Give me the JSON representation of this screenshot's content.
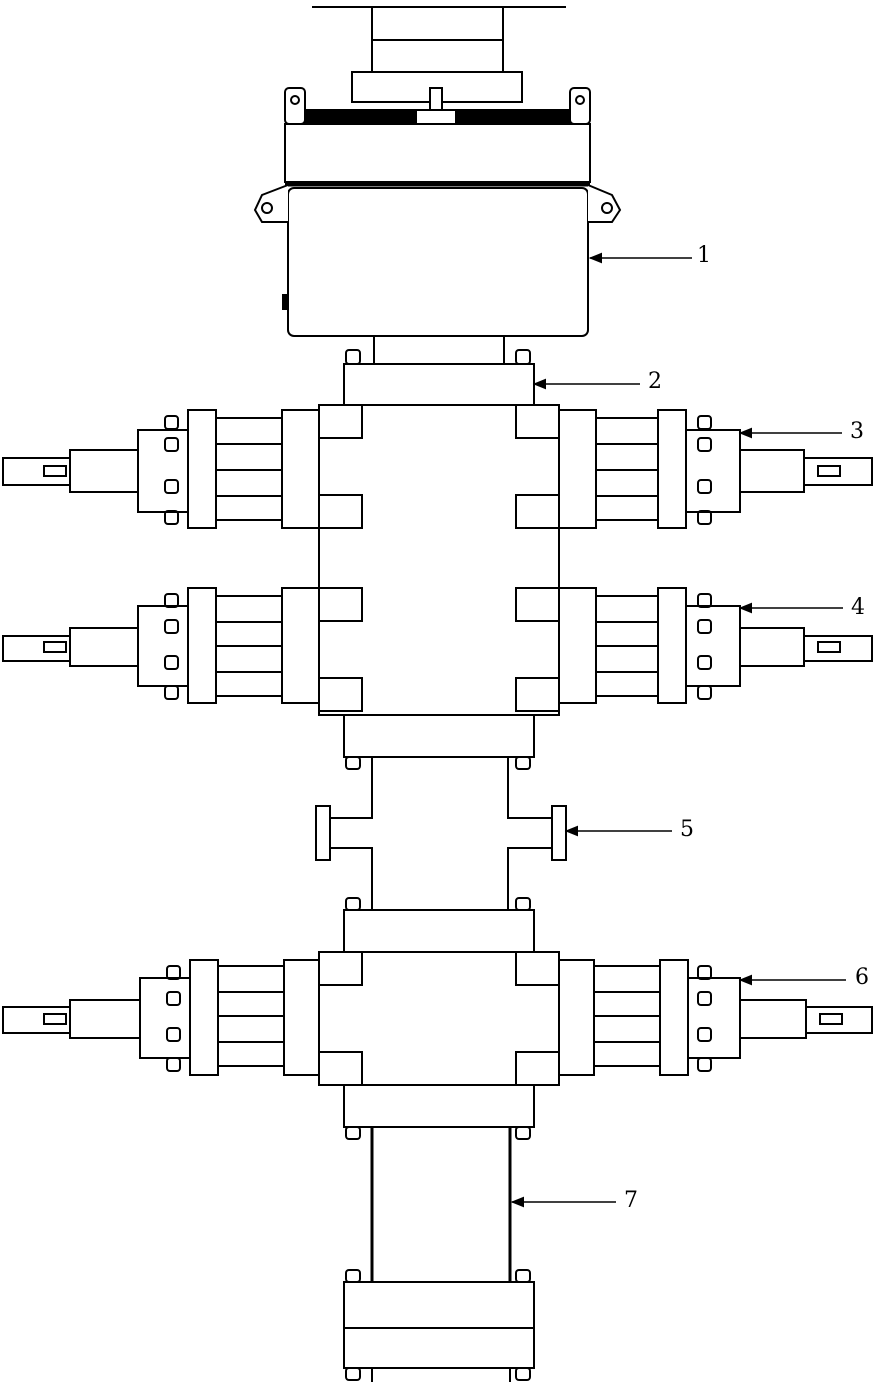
{
  "diagram": {
    "callouts": [
      {
        "id": "1",
        "label": "1"
      },
      {
        "id": "2",
        "label": "2"
      },
      {
        "id": "3",
        "label": "3"
      },
      {
        "id": "4",
        "label": "4"
      },
      {
        "id": "5",
        "label": "5"
      },
      {
        "id": "6",
        "label": "6"
      },
      {
        "id": "7",
        "label": "7"
      }
    ],
    "colors": {
      "line": "#000000",
      "background": "#ffffff"
    }
  }
}
